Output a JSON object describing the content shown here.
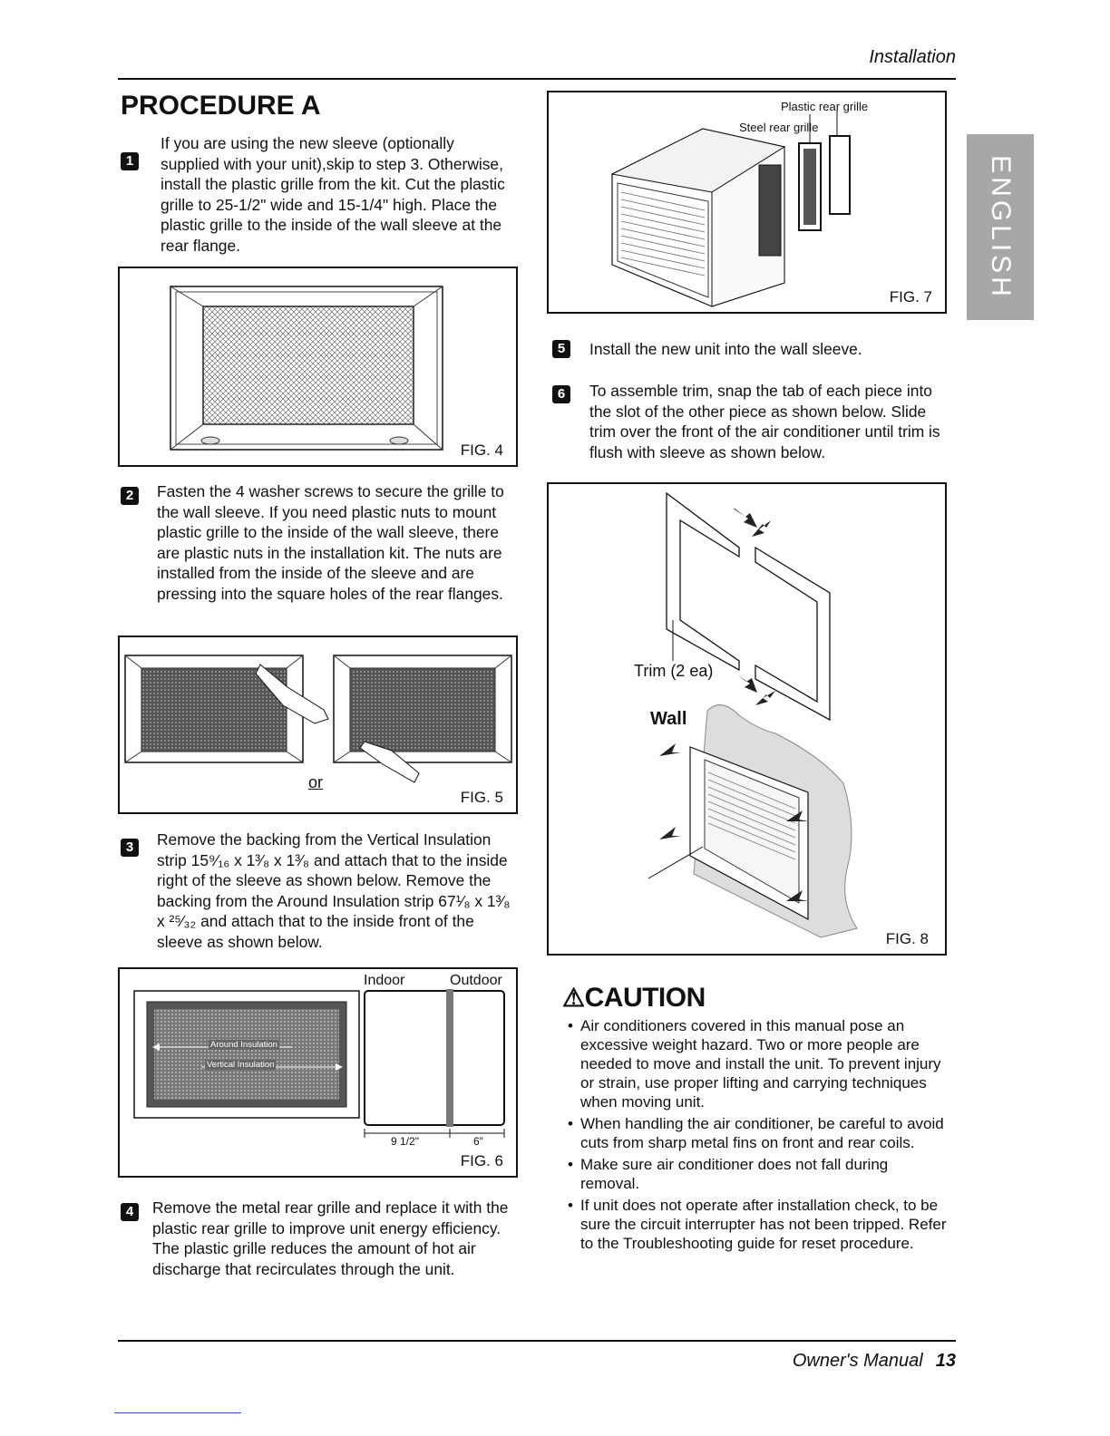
{
  "header": {
    "section": "Installation"
  },
  "side_tab": {
    "label": "ENGLISH"
  },
  "procedure": {
    "title": "PROCEDURE A",
    "steps": [
      {
        "num": "1",
        "text": "If you are using the new sleeve (optionally supplied with your unit),skip to step 3. Otherwise, install the plastic grille from the kit. Cut the plastic grille to 25-1/2\" wide and 15-1/4\" high. Place the plastic grille to the inside of the wall sleeve at the rear flange."
      },
      {
        "num": "2",
        "text": "Fasten the 4 washer screws to secure the grille to the wall sleeve. If you need plastic nuts to mount plastic grille to the inside of the wall sleeve, there are plastic nuts in the installation kit. The nuts are installed from the inside of the sleeve and are pressing into the square holes of the rear flanges."
      },
      {
        "num": "3",
        "text": "Remove the backing from the Vertical Insulation strip 15⁹⁄₁₆ x 1³⁄₈ x 1³⁄₈ and attach that to the inside right of the sleeve as shown below. Remove the backing from the Around Insulation strip 67¹⁄₈ x 1³⁄₈ x ²⁵⁄₃₂ and attach that to the inside front of the sleeve as shown below."
      },
      {
        "num": "4",
        "text": "Remove the metal rear grille and replace it with the plastic rear grille to improve unit energy efficiency. The plastic grille reduces the amount of hot air discharge that recirculates through the unit."
      },
      {
        "num": "5",
        "text": "Install the new unit into the wall sleeve."
      },
      {
        "num": "6",
        "text": "To assemble trim, snap the tab of each piece into the slot of the other piece as shown below. Slide trim over the front of the air conditioner until trim is flush with sleeve as shown below."
      }
    ]
  },
  "figures": {
    "fig4": {
      "label": "FIG. 4"
    },
    "fig5": {
      "label": "FIG. 5",
      "or": "or"
    },
    "fig6": {
      "label": "FIG. 6",
      "indoor": "Indoor",
      "outdoor": "Outdoor",
      "around": "Around Insulation",
      "vertical": "Vertical Insulation",
      "dim_left": "9 1/2\"",
      "dim_right": "6\""
    },
    "fig7": {
      "label": "FIG. 7",
      "plastic_grille": "Plastic rear grille",
      "steel_grille": "Steel rear grille"
    },
    "fig8": {
      "label": "FIG. 8",
      "trim": "Trim (2 ea)",
      "wall": "Wall"
    }
  },
  "caution": {
    "title": "CAUTION",
    "items": [
      "Air conditioners covered in this manual pose an excessive weight hazard. Two or more people are needed to move and install the unit. To prevent injury or strain, use proper lifting and carrying techniques when moving unit.",
      "When handling the air conditioner, be careful to avoid cuts from sharp metal fins on front and rear coils.",
      "Make sure air conditioner does not fall during removal.",
      "If unit does not operate after installation check, to be sure the circuit interrupter has not been tripped. Refer to the Troubleshooting guide for reset procedure."
    ]
  },
  "footer": {
    "manual": "Owner's Manual",
    "page": "13"
  }
}
